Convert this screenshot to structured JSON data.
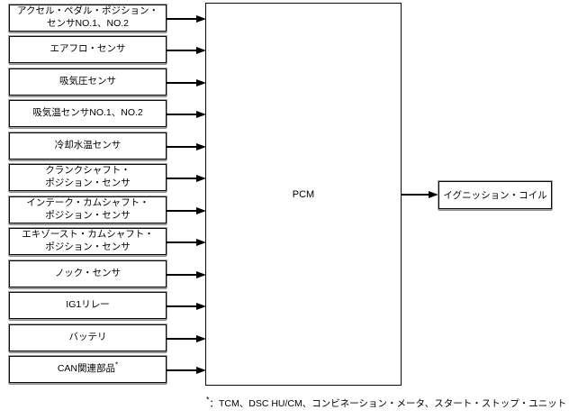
{
  "diagram": {
    "colors": {
      "ink": "#000000",
      "background": "#ffffff",
      "box_halo": "#8f8f8f"
    },
    "pcm": {
      "label": "PCM"
    },
    "output": {
      "label": "イグニッション・コイル"
    },
    "footnote": {
      "marker": "*",
      "colon": "：",
      "text": "TCM、DSC HU/CM、コンビネーション・メータ、スタート・ストップ・ユニット"
    },
    "sources": [
      {
        "label": "アクセル・ペダル・ポジション・\nセンサNO.1、NO.2"
      },
      {
        "label": "エアフロ・センサ"
      },
      {
        "label": "吸気圧センサ"
      },
      {
        "label": "吸気温センサNO.1、NO.2"
      },
      {
        "label": "冷却水温センサ"
      },
      {
        "label": "クランクシャフト・\nポジション・センサ"
      },
      {
        "label": "インテーク・カムシャフト・\nポジション・センサ"
      },
      {
        "label": "エキゾースト・カムシャフト・\nポジション・センサ"
      },
      {
        "label": "ノック・センサ"
      },
      {
        "label": "IG1リレー"
      },
      {
        "label": "バッテリ"
      },
      {
        "label": "CAN関連部品",
        "footnote_marker": "*"
      }
    ]
  }
}
